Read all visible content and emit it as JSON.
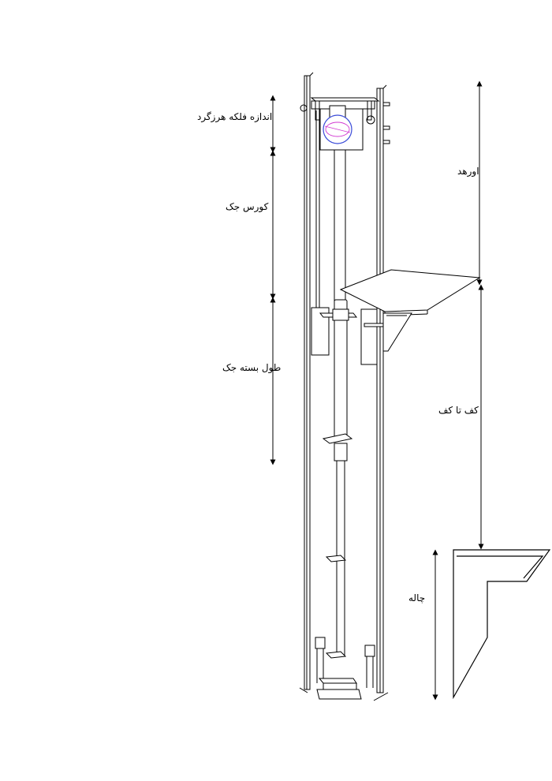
{
  "labels": {
    "sheave_size": "اندازه فلکه هرزگرد",
    "jack_stroke": "کورس جک",
    "jack_closed_length": "طول بسته جک",
    "overhead": "اورهد",
    "floor_to_floor": "کف تا کف",
    "pit": "چاله"
  },
  "colors": {
    "line": "#000000",
    "sheave_accent_blue": "#3a4bd8",
    "sheave_accent_magenta": "#d23ad2"
  }
}
